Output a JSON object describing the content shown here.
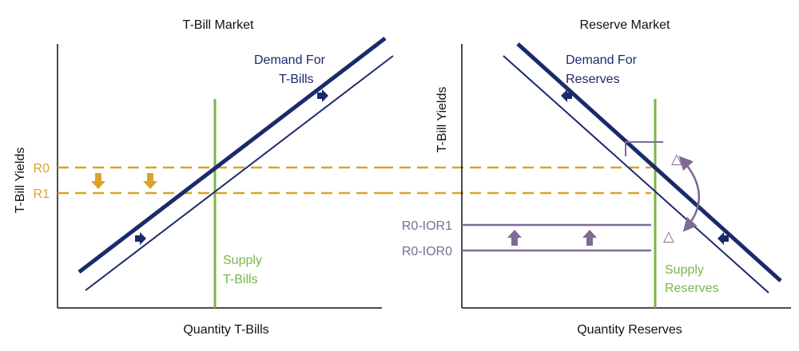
{
  "colors": {
    "demand": "#1b2a6b",
    "supply": "#7ab648",
    "yield_levels": "#d9a32b",
    "spread_levels": "#7e6a95",
    "axis": "#111111"
  },
  "left_panel": {
    "title": "T-Bill Market",
    "x_axis_label": "Quantity T-Bills",
    "y_axis_label": "T-Bill Yields",
    "demand_label_line1": "Demand For",
    "demand_label_line2": "T-Bills",
    "supply_label_line1": "Supply",
    "supply_label_line2": "T-Bills",
    "level_r0": "R0",
    "level_r1": "R1",
    "shift_direction": "right"
  },
  "right_panel": {
    "title": "Reserve Market",
    "x_axis_label": "Quantity Reserves",
    "y_axis_label": "T-Bill Yields",
    "demand_label_line1": "Demand For",
    "demand_label_line2": "Reserves",
    "supply_label_line1": "Supply",
    "supply_label_line2": "Reserves",
    "spread_upper": "R0-IOR1",
    "spread_lower": "R0-IOR0",
    "delta_upper": "△",
    "delta_lower": "△",
    "shift_direction": "left"
  }
}
